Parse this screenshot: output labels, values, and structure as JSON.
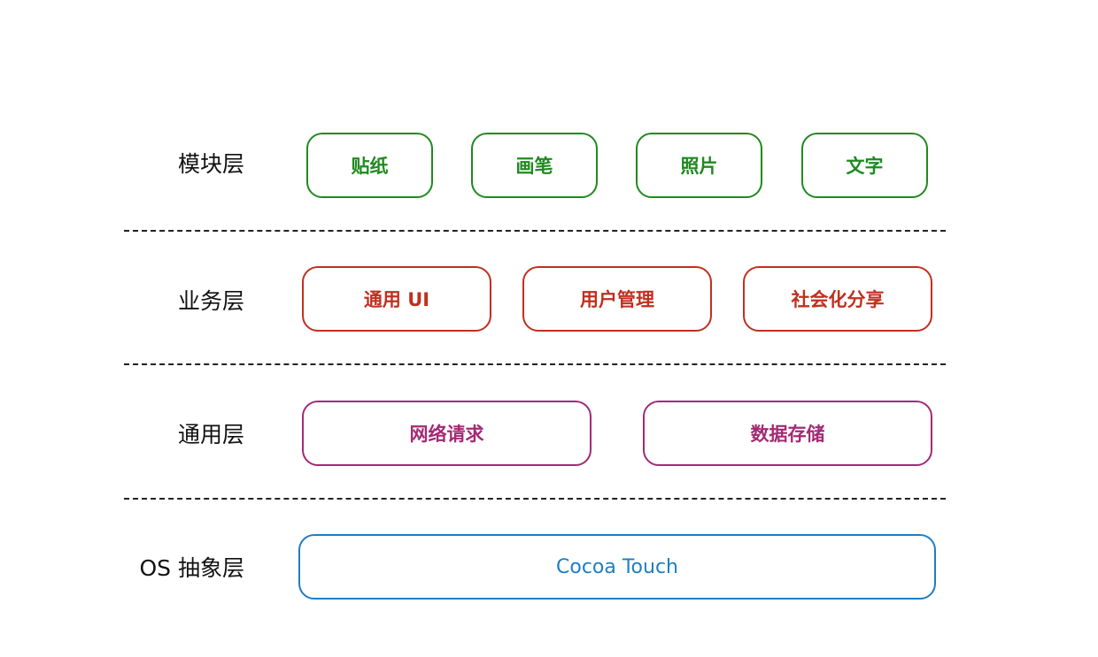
{
  "colors": {
    "module": "#1f8a1f",
    "business": "#c0301f",
    "common": "#a32a74",
    "os": "#1f7ec2"
  },
  "layers": [
    {
      "label": "模块层",
      "items": [
        "贴纸",
        "画笔",
        "照片",
        "文字"
      ]
    },
    {
      "label": "业务层",
      "items": [
        "通用 UI",
        "用户管理",
        "社会化分享"
      ]
    },
    {
      "label": "通用层",
      "items": [
        "网络请求",
        "数据存储"
      ]
    },
    {
      "label": "OS 抽象层",
      "items": [
        "Cocoa Touch"
      ]
    }
  ]
}
